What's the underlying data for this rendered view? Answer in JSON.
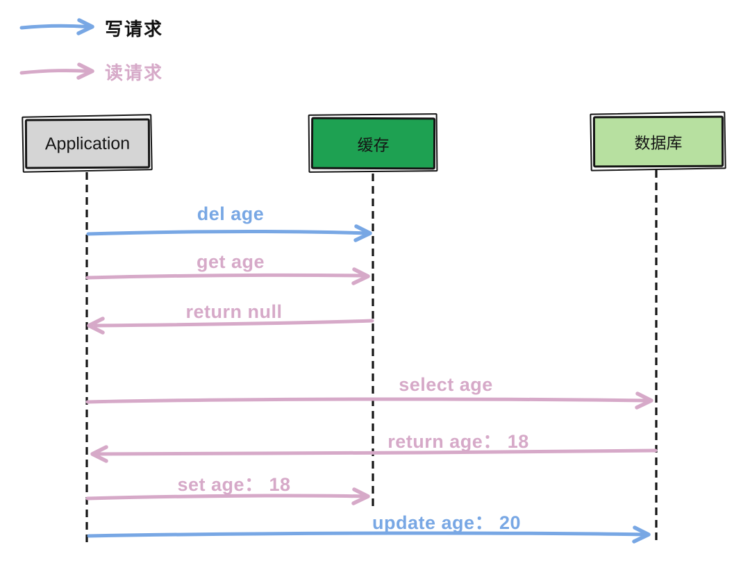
{
  "colors": {
    "write_request": "#78a7e4",
    "read_request": "#d6a9c8",
    "application_fill": "#d5d5d5",
    "cache_fill": "#1ea152",
    "database_fill": "#b7e0a0",
    "lifeline": "#141414",
    "legend_write_text": "#111111",
    "box_border": "#141414"
  },
  "legend": {
    "write": {
      "label": "写请求"
    },
    "read": {
      "label": "读请求"
    }
  },
  "actors": [
    {
      "id": "application",
      "label": "Application"
    },
    {
      "id": "cache",
      "label": "缓存"
    },
    {
      "id": "database",
      "label": "数据库"
    }
  ],
  "messages": [
    {
      "label": "del age",
      "type": "write",
      "from": "application",
      "to": "cache"
    },
    {
      "label": "get age",
      "type": "read",
      "from": "application",
      "to": "cache"
    },
    {
      "label": "return null",
      "type": "read",
      "from": "cache",
      "to": "application"
    },
    {
      "label": "select age",
      "type": "read",
      "from": "application",
      "to": "database"
    },
    {
      "label": "return age： 18",
      "type": "read",
      "from": "database",
      "to": "application"
    },
    {
      "label": "set age： 18",
      "type": "read",
      "from": "application",
      "to": "cache"
    },
    {
      "label": "update age： 20",
      "type": "write",
      "from": "application",
      "to": "database"
    }
  ]
}
